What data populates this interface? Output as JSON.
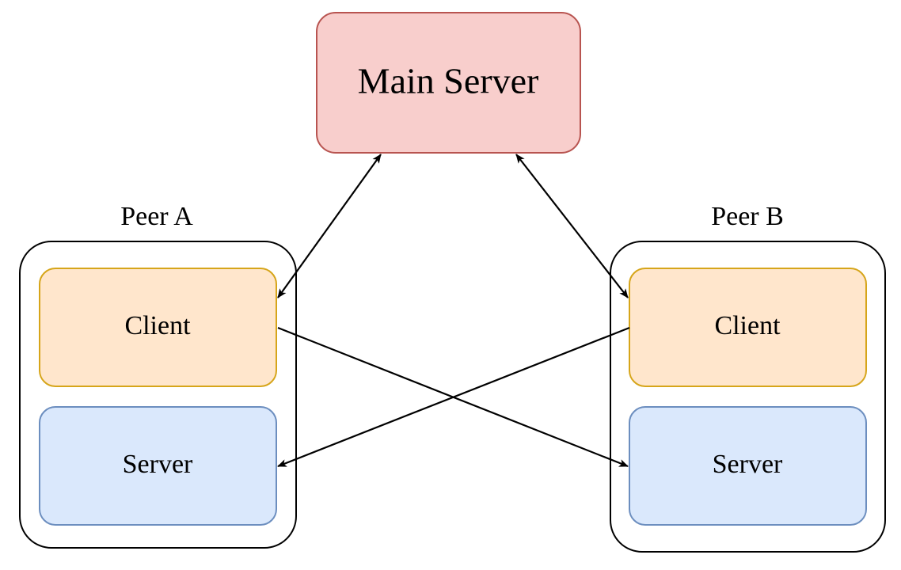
{
  "main_server": {
    "label": "Main Server"
  },
  "peer_a": {
    "title": "Peer A",
    "client_label": "Client",
    "server_label": "Server"
  },
  "peer_b": {
    "title": "Peer B",
    "client_label": "Client",
    "server_label": "Server"
  },
  "colors": {
    "main_server_fill": "#f8cecc",
    "main_server_stroke": "#b85450",
    "client_fill": "#ffe6cc",
    "client_stroke": "#d6a51a",
    "server_fill": "#dae8fc",
    "server_stroke": "#6c8ebf",
    "container_stroke": "#000000",
    "edge_color": "#000000"
  },
  "connections": [
    {
      "from": "main-server",
      "to": "peer-a-client",
      "direction": "bidirectional"
    },
    {
      "from": "main-server",
      "to": "peer-b-client",
      "direction": "bidirectional"
    },
    {
      "from": "peer-a-client",
      "to": "peer-b-server",
      "direction": "one-way"
    },
    {
      "from": "peer-b-client",
      "to": "peer-a-server",
      "direction": "one-way"
    }
  ]
}
